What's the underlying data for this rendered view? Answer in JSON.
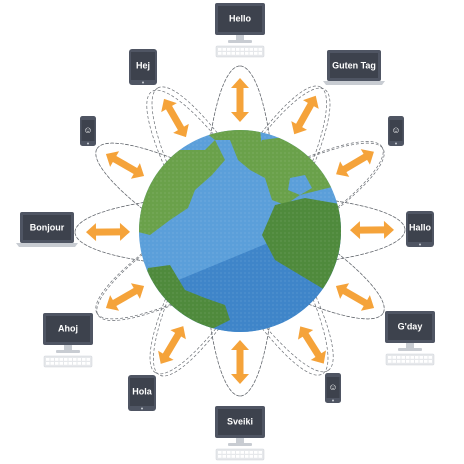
{
  "colors": {
    "ocean": "#5b9fda",
    "ocean_dark": "#3f85c9",
    "land": "#6aa14a",
    "land_dark": "#4f8a3c",
    "arrow": "#f5a33a",
    "device_frame": "#4f5563",
    "device_screen": "#3d424d",
    "device_stand": "#c8ccd2",
    "keyboard": "#e6e8eb",
    "orbit": "#6a6e74"
  },
  "nodes": [
    {
      "id": "top",
      "device": "desktop",
      "label": "Hello"
    },
    {
      "id": "top-right",
      "device": "laptop",
      "label": "Guten Tag"
    },
    {
      "id": "right-upper",
      "device": "phone",
      "label": "☺"
    },
    {
      "id": "right",
      "device": "tablet",
      "label": "Hallo"
    },
    {
      "id": "bottom-right",
      "device": "desktop",
      "label": "G'day"
    },
    {
      "id": "bottom-right2",
      "device": "phone",
      "label": "☺"
    },
    {
      "id": "bottom",
      "device": "desktop",
      "label": "Sveiki"
    },
    {
      "id": "bottom-left",
      "device": "tablet",
      "label": "Hola"
    },
    {
      "id": "left-lower",
      "device": "desktop",
      "label": "Ahoj"
    },
    {
      "id": "left",
      "device": "laptop",
      "label": "Bonjour"
    },
    {
      "id": "left-upper",
      "device": "phone",
      "label": "☺"
    },
    {
      "id": "top-left",
      "device": "tablet",
      "label": "Hej"
    }
  ],
  "icons": {
    "arrow": "double-arrow-icon",
    "globe": "globe-icon",
    "phone_face": "smiley-icon"
  }
}
